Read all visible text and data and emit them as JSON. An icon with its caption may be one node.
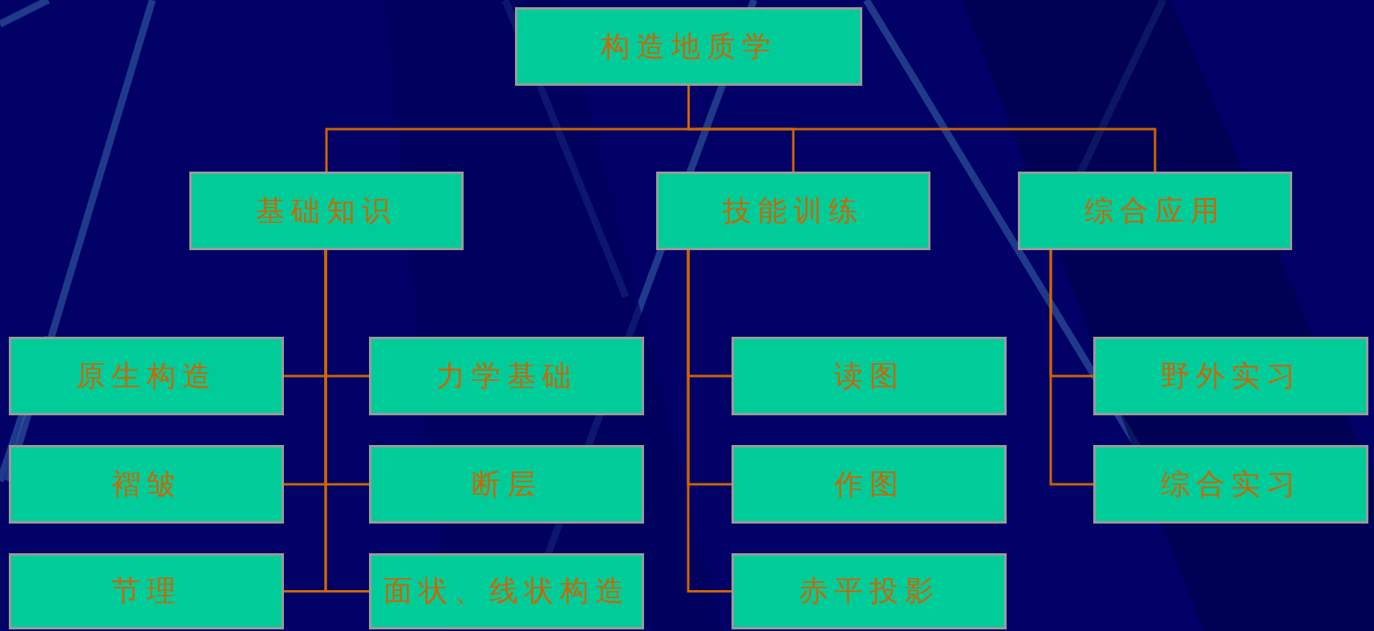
{
  "diagram": {
    "nodes": [
      {
        "text": [
          "构造地质学"
        ]
      },
      {
        "text": [
          "基础知识"
        ]
      },
      {
        "text": [
          "技能训练"
        ]
      },
      {
        "text": [
          "综合应用"
        ]
      },
      {
        "text": [
          "原生构造"
        ]
      },
      {
        "text": [
          "力学基础"
        ]
      },
      {
        "text": [
          "读图"
        ]
      },
      {
        "text": [
          "野外实习"
        ]
      },
      {
        "text": [
          "褶皱"
        ]
      },
      {
        "text": [
          "断层"
        ]
      },
      {
        "text": [
          "作图"
        ]
      },
      {
        "text": [
          "综合实习"
        ]
      },
      {
        "text": [
          "节理"
        ]
      },
      {
        "text": [
          "面状、线状构造"
        ]
      },
      {
        "text": [
          "赤平投影"
        ]
      }
    ],
    "edges": [
      {
        "from": 0,
        "to": 1,
        "arrow": "none"
      },
      {
        "from": 0,
        "to": 2,
        "arrow": "none"
      },
      {
        "from": 0,
        "to": 3,
        "arrow": "none"
      },
      {
        "from": 1,
        "to": 4,
        "arrow": "none"
      },
      {
        "from": 1,
        "to": 5,
        "arrow": "none"
      },
      {
        "from": 1,
        "to": 8,
        "arrow": "none"
      },
      {
        "from": 1,
        "to": 9,
        "arrow": "none"
      },
      {
        "from": 1,
        "to": 12,
        "arrow": "none"
      },
      {
        "from": 1,
        "to": 13,
        "arrow": "none"
      },
      {
        "from": 2,
        "to": 6,
        "arrow": "none"
      },
      {
        "from": 2,
        "to": 10,
        "arrow": "none"
      },
      {
        "from": 2,
        "to": 14,
        "arrow": "none"
      },
      {
        "from": 3,
        "to": 7,
        "arrow": "none"
      },
      {
        "from": 3,
        "to": 11,
        "arrow": "none"
      }
    ]
  }
}
